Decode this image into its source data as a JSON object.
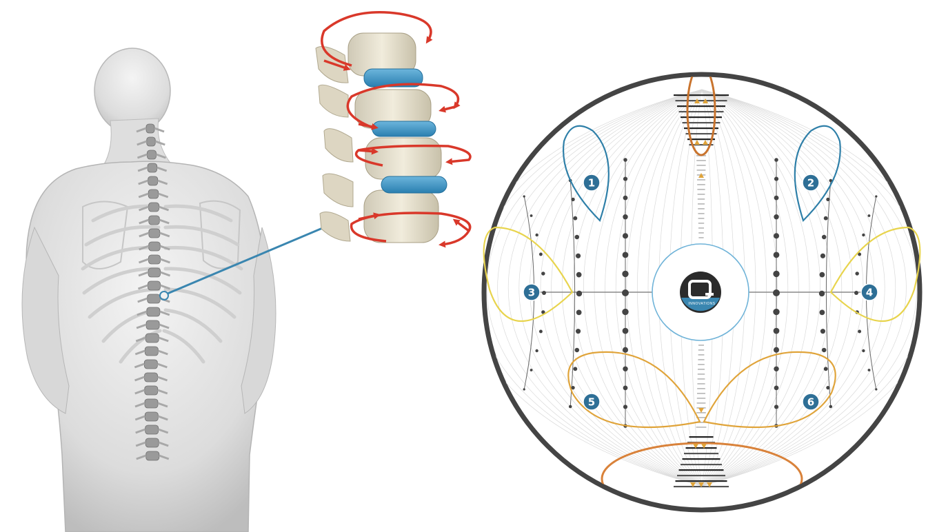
{
  "diagram": {
    "logo": {
      "mark": "Q",
      "subtitle": "INNOVATIONS"
    },
    "zones": [
      {
        "label": "1",
        "color": "#2e7fa8"
      },
      {
        "label": "2",
        "color": "#2e7fa8"
      },
      {
        "label": "3",
        "color": "#e8d44d"
      },
      {
        "label": "4",
        "color": "#e8d44d"
      },
      {
        "label": "5",
        "color": "#e0a43a"
      },
      {
        "label": "6",
        "color": "#e0a43a"
      }
    ],
    "colors": {
      "rotation_arrow": "#d9382a",
      "disc": "#3a92c4",
      "pointer_line": "#3a86b0",
      "circle_border": "#444444",
      "badge_fill": "#2e6f96",
      "top_loop": "#c9742e",
      "bottom_loop": "#d9823a"
    }
  }
}
